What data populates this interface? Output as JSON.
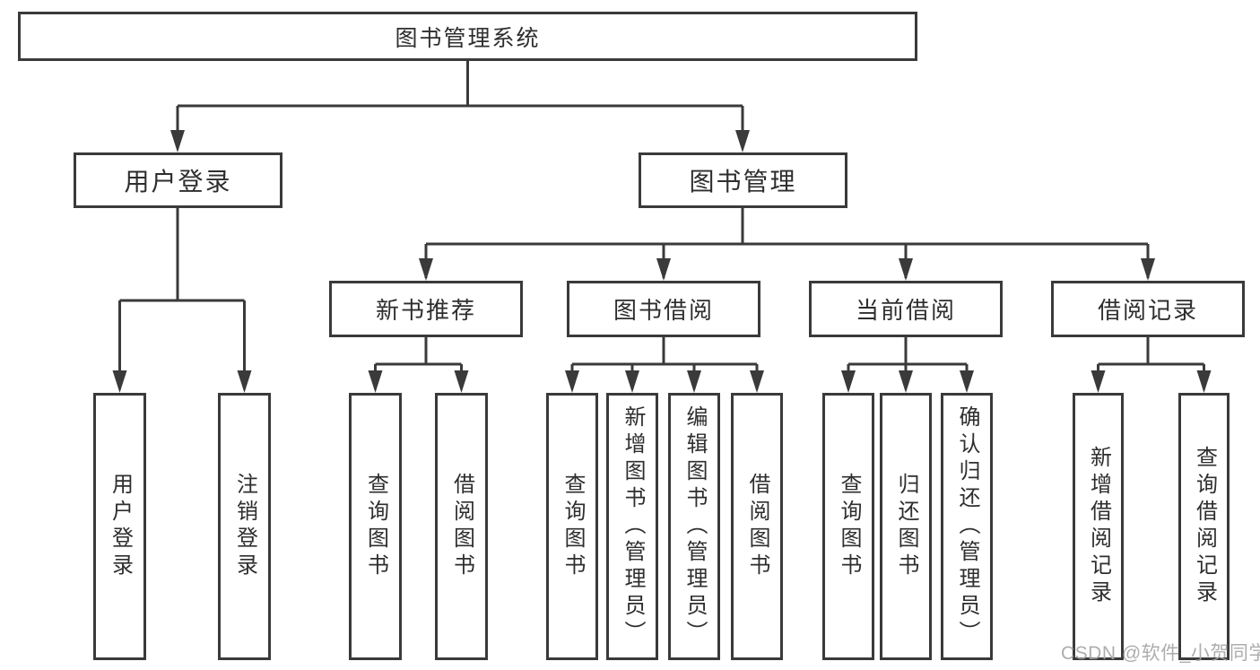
{
  "diagram": {
    "title": "图书管理系统",
    "colors": {
      "line": "#3a3a3a",
      "border": "#3a3a3a",
      "text": "#2e2e2e",
      "watermark": "#a4a4a4"
    },
    "watermark": "CSDN @软件_小贺同学"
  },
  "tree": {
    "root": {
      "label": "图书管理系统"
    },
    "branches": [
      {
        "label": "用户登录",
        "children": [
          {
            "label": "用户登录"
          },
          {
            "label": "注销登录"
          }
        ]
      },
      {
        "label": "图书管理",
        "children": [
          {
            "label": "新书推荐",
            "children": [
              {
                "label": "查询图书"
              },
              {
                "label": "借阅图书"
              }
            ]
          },
          {
            "label": "图书借阅",
            "children": [
              {
                "label": "查询图书"
              },
              {
                "label": "新增图书（管理员）"
              },
              {
                "label": "编辑图书（管理员）"
              },
              {
                "label": "借阅图书"
              }
            ]
          },
          {
            "label": "当前借阅",
            "children": [
              {
                "label": "查询图书"
              },
              {
                "label": "归还图书"
              },
              {
                "label": "确认归还（管理员）"
              }
            ]
          },
          {
            "label": "借阅记录",
            "children": [
              {
                "label": "新增借阅记录"
              },
              {
                "label": "查询借阅记录"
              }
            ]
          }
        ]
      }
    ]
  }
}
